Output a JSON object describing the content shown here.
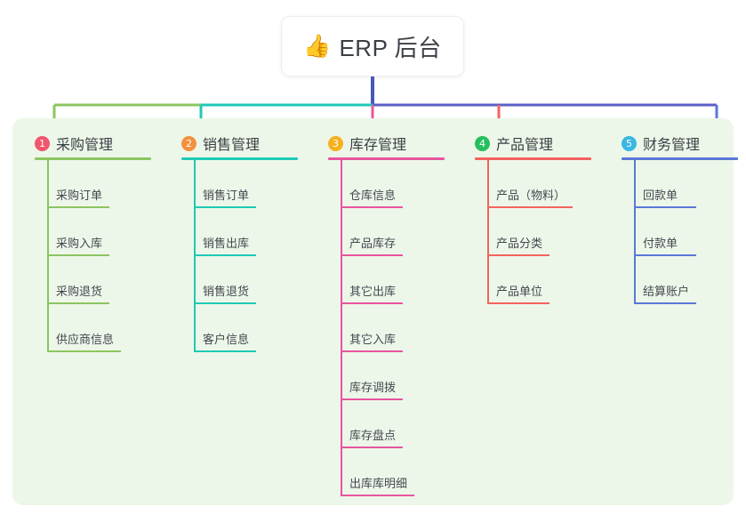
{
  "root": {
    "icon": "thumbs-up-icon",
    "emoji": "👍",
    "title": "ERP 后台"
  },
  "theme": {
    "page_background": "#ffffff",
    "panel_background": "#edf7e9",
    "root_trunk_color": "#4659b8",
    "text_color": "#3b3f45"
  },
  "branches": [
    {
      "number": "1",
      "title": "采购管理",
      "badge_color": "#f2566c",
      "line_color": "#8cc561",
      "items": [
        {
          "label": "采购订单"
        },
        {
          "label": "采购入库"
        },
        {
          "label": "采购退货"
        },
        {
          "label": "供应商信息"
        }
      ]
    },
    {
      "number": "2",
      "title": "销售管理",
      "badge_color": "#f3913e",
      "line_color": "#1ec9b7",
      "items": [
        {
          "label": "销售订单"
        },
        {
          "label": "销售出库"
        },
        {
          "label": "销售退货"
        },
        {
          "label": "客户信息"
        }
      ]
    },
    {
      "number": "3",
      "title": "库存管理",
      "badge_color": "#f5b11e",
      "line_color": "#e8559e",
      "items": [
        {
          "label": "仓库信息"
        },
        {
          "label": "产品库存"
        },
        {
          "label": "其它出库"
        },
        {
          "label": "其它入库"
        },
        {
          "label": "库存调拨"
        },
        {
          "label": "库存盘点"
        },
        {
          "label": "出库库明细"
        }
      ]
    },
    {
      "number": "4",
      "title": "产品管理",
      "badge_color": "#27bf5e",
      "line_color": "#f4635f",
      "items": [
        {
          "label": "产品（物料）"
        },
        {
          "label": "产品分类"
        },
        {
          "label": "产品单位"
        }
      ]
    },
    {
      "number": "5",
      "title": "财务管理",
      "badge_color": "#3ab6e3",
      "line_color": "#5a78d8",
      "items": [
        {
          "label": "回款单"
        },
        {
          "label": "付款单"
        },
        {
          "label": "结算账户"
        }
      ]
    }
  ]
}
